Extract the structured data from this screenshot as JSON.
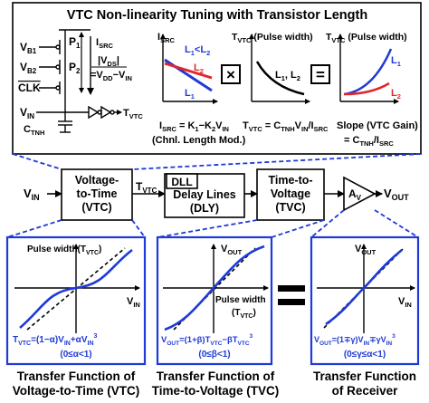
{
  "top_panel": {
    "title": "VTC Non-linearity Tuning with Transistor Length",
    "schematic": {
      "vb1": "V",
      "vb1_sub": "B1",
      "vb2": "V",
      "vb2_sub": "B2",
      "clk": "CLK",
      "vin": "V",
      "vin_sub": "IN",
      "p1": "P",
      "p1_sub": "1",
      "p2": "P",
      "p2_sub": "2",
      "isrc": "I",
      "isrc_sub": "SRC",
      "vds": "|V",
      "vds_sub": "DS",
      "vds_end": "|",
      "vdd_eq": "=V",
      "vdd_sub": "DD",
      "vdd_minus": "−V",
      "vdd_in_sub": "IN",
      "ctnh": "C",
      "ctnh_sub": "TNH",
      "tvtc": "T",
      "tvtc_sub": "VTC"
    },
    "graph1": {
      "ylabel": "I",
      "ylabel_sub": "SRC",
      "legend": "L",
      "legend_sub1": "1",
      "legend_lt": "<L",
      "legend_sub2": "2",
      "l2": "L",
      "l2_sub": "2",
      "l1": "L",
      "l1_sub": "1"
    },
    "graph2": {
      "ylabel": "T",
      "ylabel_sub": "VTC",
      "ylabel_rest": " (Pulse width)",
      "curve_label": "L",
      "curve_sub": "1",
      "curve_label2": ", L",
      "curve_sub2": "2"
    },
    "graph3": {
      "ylabel": "T",
      "ylabel_sub": "VTC",
      "ylabel_rest": " (Pulse width)",
      "l1": "L",
      "l1_sub": "1",
      "l2": "L",
      "l2_sub": "2"
    },
    "operators": {
      "times": "×",
      "equals": "="
    },
    "formula1_a": "I",
    "formula1_a_sub": "SRC",
    "formula1_b": " = K",
    "formula1_b_sub": "1",
    "formula1_c": "−K",
    "formula1_c_sub": "2",
    "formula1_d": "V",
    "formula1_d_sub": "IN",
    "formula1_note": "(Chnl. Length Mod.)",
    "formula2_a": "T",
    "formula2_a_sub": "VTC",
    "formula2_b": " = C",
    "formula2_b_sub": "TNH",
    "formula2_c": "V",
    "formula2_c_sub": "IN",
    "formula2_d": "/I",
    "formula2_d_sub": "SRC",
    "formula3_line1": "Slope (VTC Gain)",
    "formula3_a": "= C",
    "formula3_a_sub": "TNH",
    "formula3_b": "/I",
    "formula3_b_sub": "SRC"
  },
  "chain": {
    "vin": "V",
    "vin_sub": "IN",
    "vtc_box": [
      "Voltage-",
      "to-Time",
      "(VTC)"
    ],
    "tvtc": "T",
    "tvtc_sub": "VTC",
    "dll": "DLL",
    "dly_box": [
      "Delay Lines",
      "(DLY)"
    ],
    "tvc_box": [
      "Time-to-",
      "Voltage",
      "(TVC)"
    ],
    "amp": "A",
    "amp_sub": "V",
    "vout": "V",
    "vout_sub": "OUT"
  },
  "panels": {
    "vtc": {
      "ylabel": "Pulse width(T",
      "ylabel_sub": "VTC",
      "ylabel_end": ")",
      "xlabel": "V",
      "xlabel_sub": "IN",
      "eq": "T",
      "eq_sub": "VTC",
      "eq_rest": "=(1−α)V",
      "eq_sub2": "IN",
      "eq_rest2": "+αV",
      "eq_sub3": "IN",
      "eq_sup": "3",
      "cond": "(0≤α<1)"
    },
    "tvc": {
      "ylabel": "V",
      "ylabel_sub": "OUT",
      "xlabel": "Pulse width",
      "xlabel2": "(T",
      "xlabel2_sub": "VTC",
      "xlabel2_end": ")",
      "eq": "V",
      "eq_sub": "OUT",
      "eq_rest": "=(1+β)T",
      "eq_sub2": "VTC",
      "eq_rest2": "−βT",
      "eq_sub3": "VTC",
      "eq_sup": "3",
      "cond": "(0≤β<1)"
    },
    "rx": {
      "ylabel": "V",
      "ylabel_sub": "OUT",
      "xlabel": "V",
      "xlabel_sub": "IN",
      "eq": "V",
      "eq_sub": "OUT",
      "eq_rest": "=(1∓γ)V",
      "eq_sub2": "IN",
      "eq_rest2": "∓γV",
      "eq_sub3": "IN",
      "eq_sup": "3",
      "cond": "(0≤γ≤α<1)"
    }
  },
  "captions": {
    "vtc": [
      "Transfer Function of",
      "Voltage-to-Time (VTC)"
    ],
    "tvc": [
      "Transfer Function of",
      "Time-to-Voltage (TVC)"
    ],
    "rx": [
      "Transfer Function",
      "of Receiver"
    ]
  },
  "colors": {
    "blue": "#1f3ad6",
    "red": "#e3262b",
    "panel_border": "#1f3ad6"
  }
}
